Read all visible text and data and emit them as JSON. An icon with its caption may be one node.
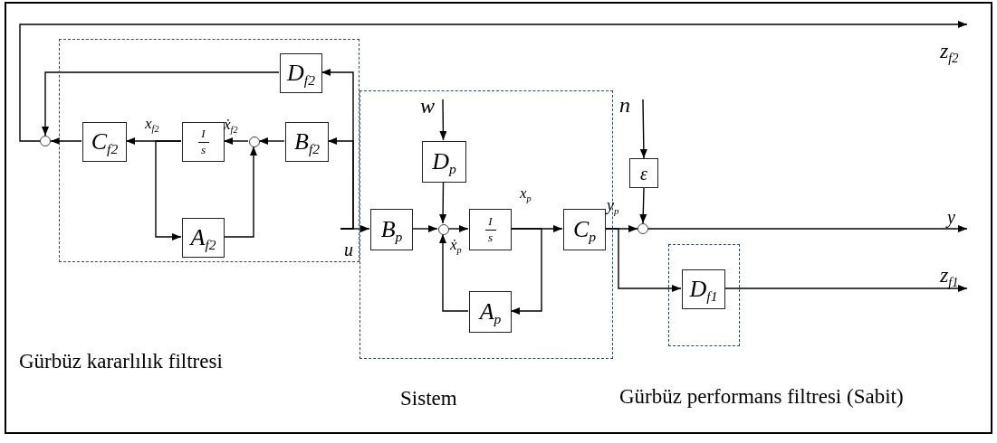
{
  "diagram": {
    "nodes": [
      {
        "text": [
          "Gürbüz kararlılık filtresi"
        ]
      },
      {
        "text": [
          "D$_{f2}$"
        ],
        "in": 0
      },
      {
        "text": [],
        "shape": "circle"
      },
      {
        "text": [
          "C$_{f2}$"
        ],
        "in": 0
      },
      {
        "text": [
          "I",
          "s"
        ],
        "in": 0
      },
      {
        "text": [],
        "shape": "circle",
        "in": 0
      },
      {
        "text": [
          "B$_{f2}$"
        ],
        "in": 0
      },
      {
        "text": [
          "A$_{f2}$"
        ],
        "in": 0
      },
      {
        "text": [
          "Sistem"
        ]
      },
      {
        "text": [
          "D$_{p}$"
        ],
        "in": 8
      },
      {
        "text": [
          "B$_{p}$"
        ],
        "in": 8
      },
      {
        "text": [],
        "shape": "circle",
        "in": 8
      },
      {
        "text": [
          "I",
          "s"
        ],
        "in": 8
      },
      {
        "text": [
          "C$_{p}$"
        ],
        "in": 8
      },
      {
        "text": [
          "A$_{p}$"
        ],
        "in": 8
      },
      {
        "text": [
          "ε"
        ]
      },
      {
        "text": [],
        "shape": "circle"
      },
      {
        "text": [
          "Gürbüz performans filtresi (Sabit)"
        ]
      },
      {
        "text": [
          "D$_{f1}$"
        ],
        "in": 17
      },
      {
        "text": [
          "z$_{f2}$"
        ]
      },
      {
        "text": [
          "w"
        ],
        "in": 8
      },
      {
        "text": [
          "n"
        ]
      },
      {
        "text": [
          "y"
        ]
      },
      {
        "text": [
          "u"
        ],
        "in": 0
      },
      {
        "text": [
          "z$_{f1}$"
        ]
      }
    ],
    "edges": [
      {
        "from": 2,
        "to": 19,
        "arrow": "to"
      },
      {
        "from": 1,
        "to": 2,
        "arrow": "to"
      },
      {
        "from": 3,
        "to": 2,
        "arrow": "to"
      },
      {
        "from": 4,
        "to": 3,
        "arrow": "to"
      },
      {
        "from": 5,
        "to": 4,
        "arrow": "to"
      },
      {
        "from": 6,
        "to": 5,
        "arrow": "to"
      },
      {
        "from": 4,
        "to": 7,
        "arrow": "to"
      },
      {
        "from": 7,
        "to": 5,
        "arrow": "to"
      },
      {
        "from": 23,
        "to": 6,
        "arrow": "to"
      },
      {
        "from": 23,
        "to": 1,
        "arrow": "to"
      },
      {
        "from": 23,
        "to": 10,
        "arrow": "to"
      },
      {
        "from": 20,
        "to": 9,
        "arrow": "to"
      },
      {
        "from": 9,
        "to": 11,
        "arrow": "to"
      },
      {
        "from": 10,
        "to": 11,
        "arrow": "to"
      },
      {
        "from": 11,
        "to": 12,
        "arrow": "to"
      },
      {
        "from": 12,
        "to": 13,
        "arrow": "to"
      },
      {
        "from": 12,
        "to": 14,
        "arrow": "to"
      },
      {
        "from": 14,
        "to": 11,
        "arrow": "to"
      },
      {
        "from": 13,
        "to": 16,
        "arrow": "to"
      },
      {
        "from": 13,
        "to": 18,
        "arrow": "to"
      },
      {
        "from": 21,
        "to": 15,
        "arrow": "to"
      },
      {
        "from": 15,
        "to": 16,
        "arrow": "to"
      },
      {
        "from": 16,
        "to": 22,
        "arrow": "to"
      },
      {
        "from": 18,
        "to": 24,
        "arrow": "to"
      }
    ],
    "labels": [
      "x$_{f2}$",
      "ẋ$_{f2}$",
      "x$_{p}$",
      "y$_{p}$",
      "ẋ$_{p}$"
    ]
  }
}
